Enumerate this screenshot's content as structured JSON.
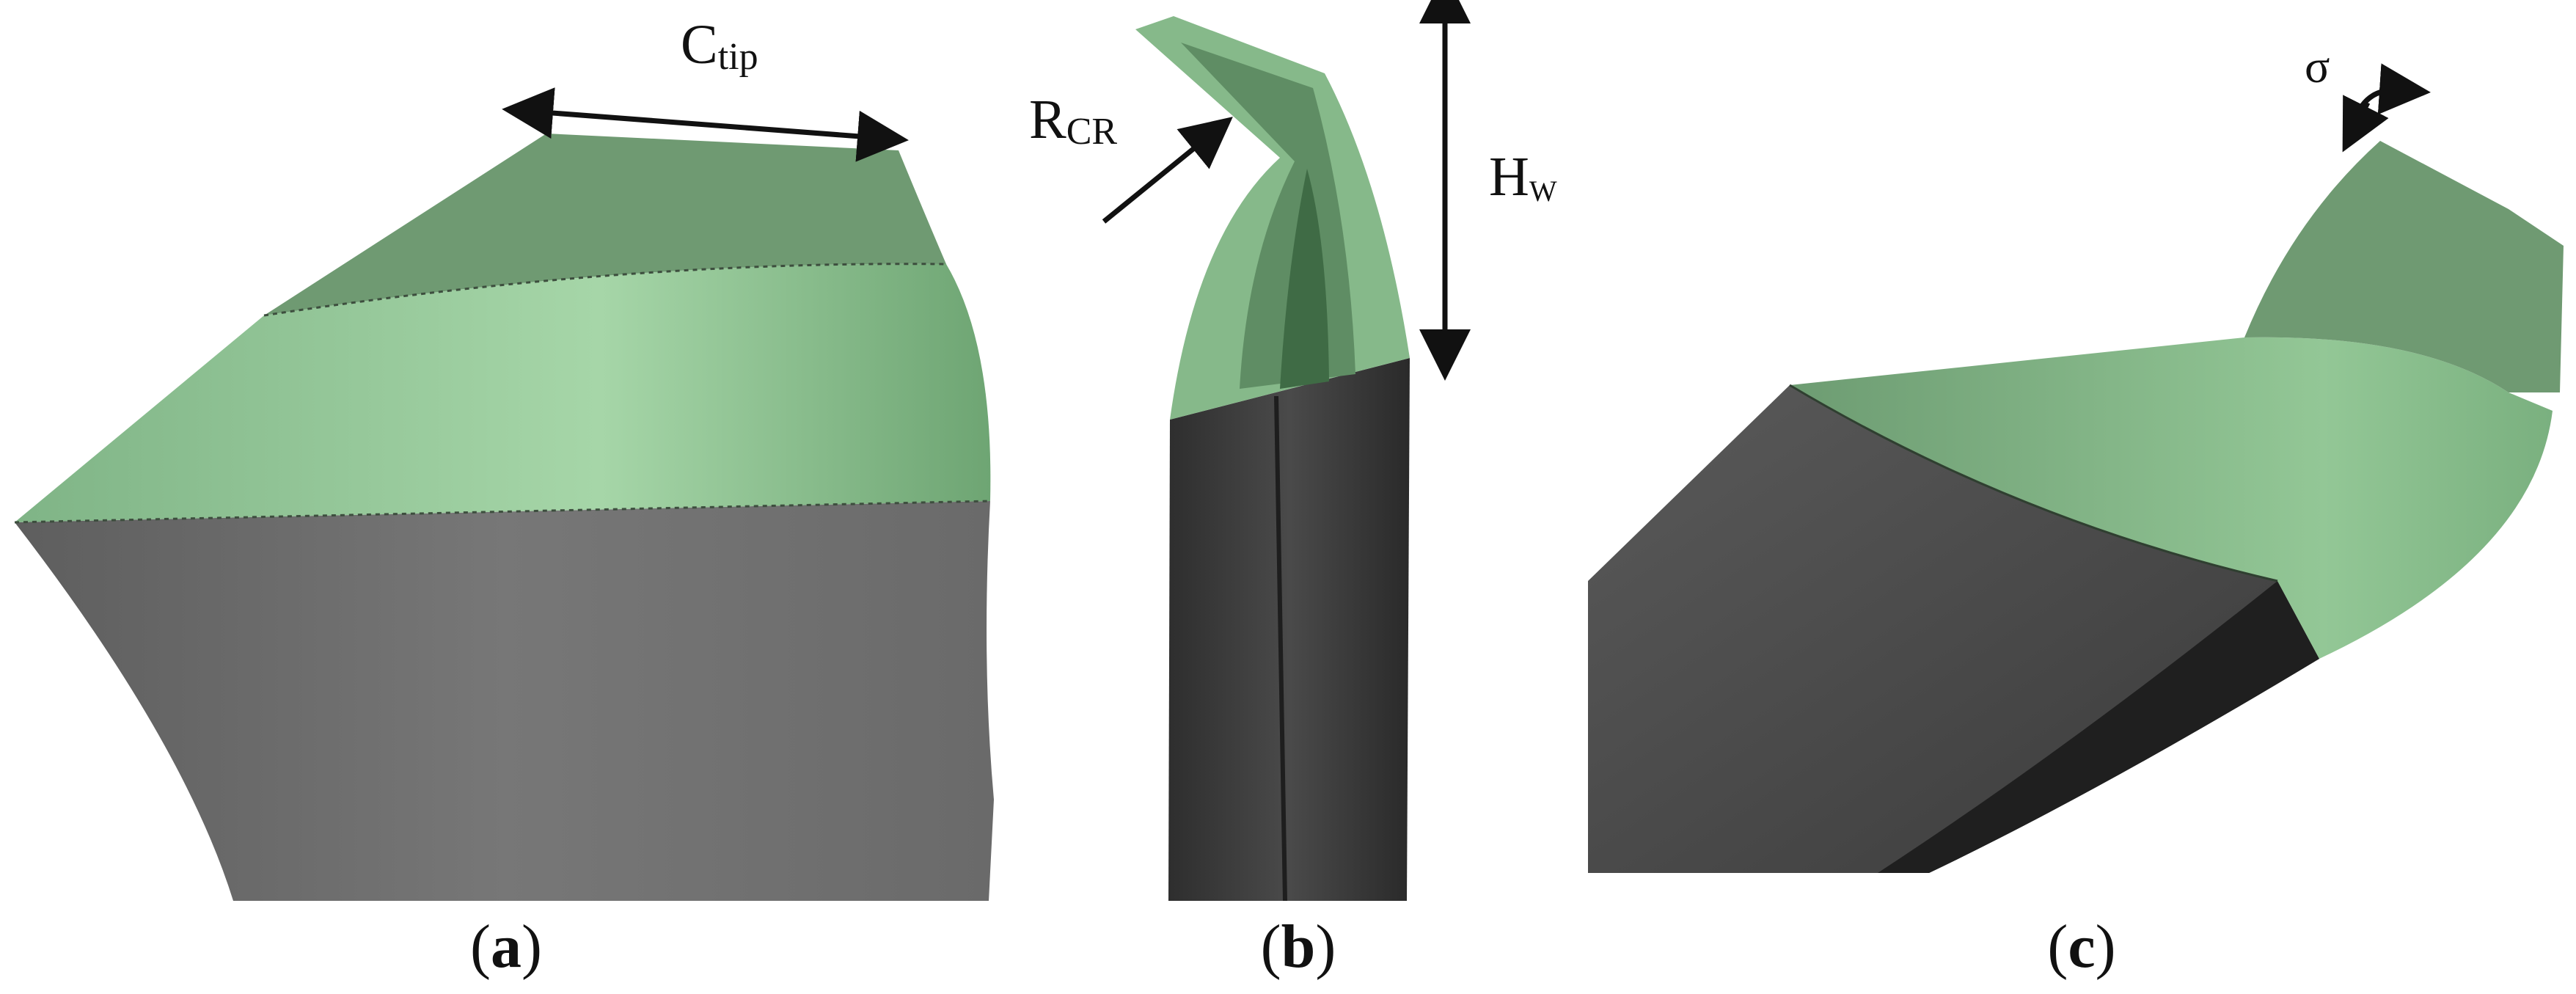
{
  "panels": {
    "a": {
      "caption_letter": "a",
      "dimension_label": {
        "main": "C",
        "sub": "tip"
      }
    },
    "b": {
      "caption_letter": "b",
      "radius_label": {
        "main": "R",
        "sub": "CR"
      },
      "height_label": {
        "main": "H",
        "sub": "W"
      }
    },
    "c": {
      "caption_letter": "c",
      "angle_label": "σ"
    }
  },
  "caption_parens": {
    "open": "(",
    "close": ")"
  },
  "colors": {
    "winglet_green": "#8fc595",
    "winglet_green_dark": "#6f9a72",
    "blade_grey": "#7a7a7a",
    "blade_grey_dark": "#3c3c3c",
    "arrow": "#111111"
  }
}
